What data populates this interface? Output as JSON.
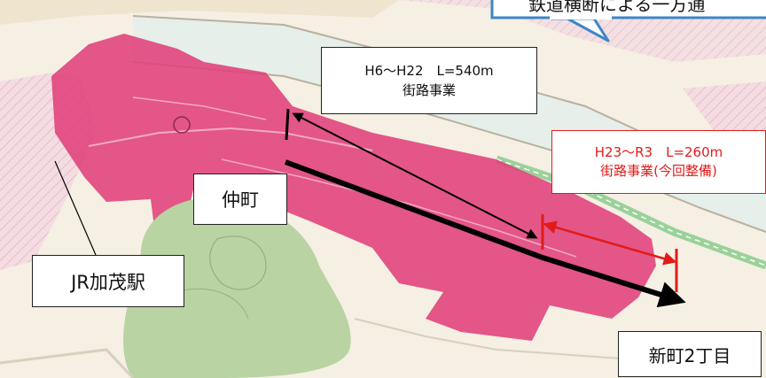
{
  "callout": {
    "text": "鉄道横断による一方通"
  },
  "labels": {
    "nakamachi": "仲町",
    "jr_station": "JR加茂駅",
    "shinmachi": "新町2丁目"
  },
  "phase1": {
    "period": "H6〜H22　L=540m",
    "project": "街路事業"
  },
  "phase2": {
    "period": "H23〜R3　L=260m",
    "project": "街路事業(今回整備)"
  },
  "colors": {
    "planning_zone": "#e0407a",
    "phase2_red": "#e11b1b",
    "road": "#000000",
    "park": "#b9d3a2"
  },
  "icons": {
    "main_arrow": "road-arrow-icon",
    "dimension_arrows": "dimension-arrow-icon"
  }
}
